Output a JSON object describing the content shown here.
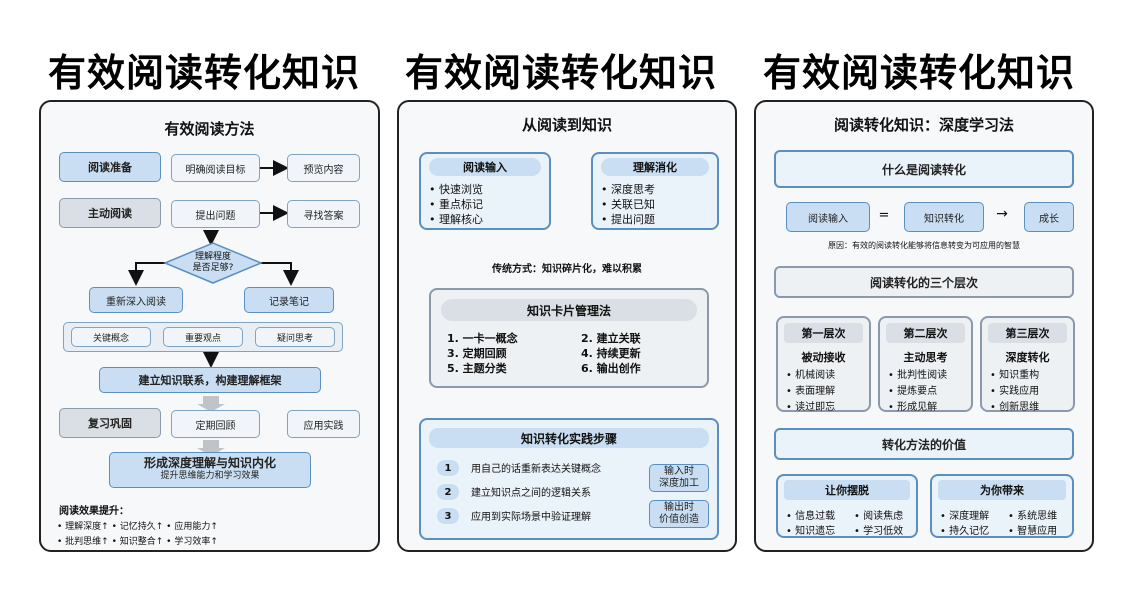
{
  "headline": "有效阅读转化知识",
  "panel1": {
    "title": "有效阅读方法",
    "prep": "阅读准备",
    "goal": "明确阅读目标",
    "preview": "预览内容",
    "active": "主动阅读",
    "question": "提出问题",
    "answer": "寻找答案",
    "decision_line1": "理解程度",
    "decision_line2": "是否足够?",
    "reread": "重新深入阅读",
    "notes": "记录笔记",
    "tags": [
      "关键概念",
      "重要观点",
      "疑问思考"
    ],
    "framework": "建立知识联系，构建理解框架",
    "review": "复习巩固",
    "regular": "定期回顾",
    "apply": "应用实践",
    "final_line1": "形成深度理解与知识内化",
    "final_line2": "提升思维能力和学习效果",
    "effects_title": "阅读效果提升：",
    "effects_line1": "• 理解深度↑ • 记忆持久↑ • 应用能力↑",
    "effects_line2": "• 批判思维↑ • 知识整合↑ • 学习效率↑"
  },
  "panel2": {
    "title": "从阅读到知识",
    "input_title": "阅读输入",
    "input_items": [
      "• 快速浏览",
      "• 重点标记",
      "• 理解核心"
    ],
    "digest_title": "理解消化",
    "digest_items": [
      "• 深度思考",
      "• 关联已知",
      "• 提出问题"
    ],
    "traditional": "传统方式：知识碎片化，难以积累",
    "card_title": "知识卡片管理法",
    "card_items": [
      "1. 一卡一概念",
      "2. 建立关联",
      "3. 定期回顾",
      "4. 持续更新",
      "5. 主题分类",
      "6. 输出创作"
    ],
    "steps_title": "知识转化实践步骤",
    "steps": [
      {
        "n": "1",
        "text": "用自己的话重新表达关键概念"
      },
      {
        "n": "2",
        "text": "建立知识点之间的逻辑关系"
      },
      {
        "n": "3",
        "text": "应用到实际场景中验证理解"
      }
    ],
    "side1_line1": "输入时",
    "side1_line2": "深度加工",
    "side2_line1": "输出时",
    "side2_line2": "价值创造"
  },
  "panel3": {
    "title": "阅读转化知识：深度学习法",
    "what": "什么是阅读转化",
    "eq_input": "阅读输入",
    "eq_sign": "=",
    "eq_convert": "知识转化",
    "eq_arrow": "→",
    "eq_growth": "成长",
    "reason": "原因：有效的阅读转化能够将信息转变为可应用的智慧",
    "levels_title": "阅读转化的三个层次",
    "levels": [
      {
        "head": "第一层次",
        "name": "被动接收",
        "items": [
          "• 机械阅读",
          "• 表面理解",
          "• 读过即忘"
        ]
      },
      {
        "head": "第二层次",
        "name": "主动思考",
        "items": [
          "• 批判性阅读",
          "• 提炼要点",
          "• 形成见解"
        ]
      },
      {
        "head": "第三层次",
        "name": "深度转化",
        "items": [
          "• 知识重构",
          "• 实践应用",
          "• 创新思维"
        ]
      }
    ],
    "value_title": "转化方法的价值",
    "escape_title": "让你摆脱",
    "escape_items": [
      "• 信息过载",
      "• 阅读焦虑",
      "• 知识遗忘",
      "• 学习低效"
    ],
    "bring_title": "为你带来",
    "bring_items": [
      "• 深度理解",
      "• 系统思维",
      "• 持久记忆",
      "• 智慧应用"
    ]
  }
}
